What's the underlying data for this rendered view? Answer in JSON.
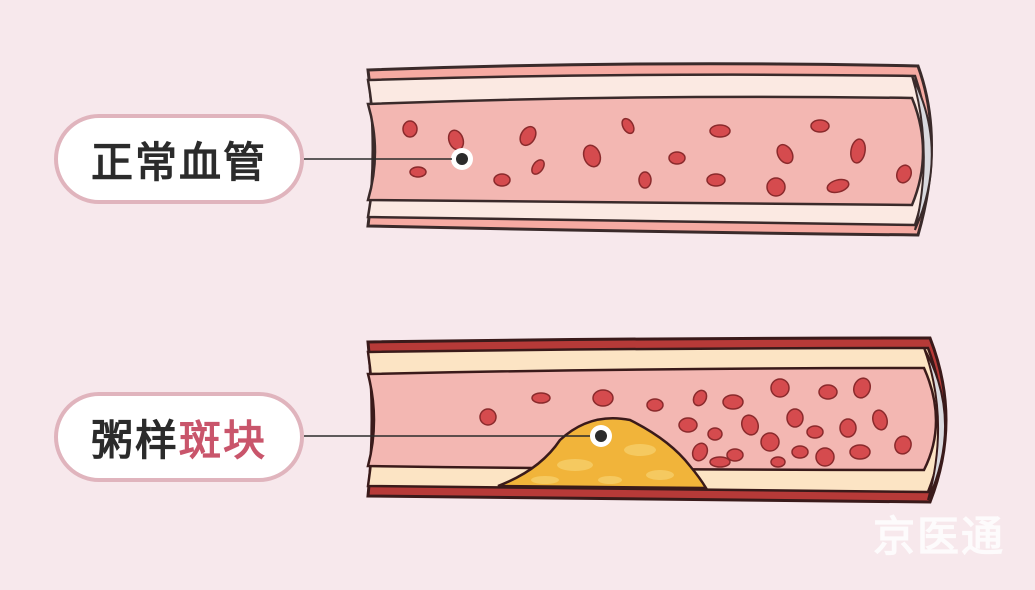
{
  "labels": {
    "normal": "正常血管",
    "plaque_prefix": "粥样",
    "plaque_suffix": "斑块"
  },
  "watermark": "京医通",
  "colors": {
    "background": "#f7e8ec",
    "label_border": "#e0b4bd",
    "accent": "#c9556b",
    "vessel_lumen": "#f3b7b2",
    "vessel_wall": "#fbe9e2",
    "vessel_outer": "#f6aaa2",
    "artery_outer": "#b73a38",
    "artery_wall": "#fce4c4",
    "plaque": "#f1b43a",
    "blood_cell": "#d54b4e"
  }
}
